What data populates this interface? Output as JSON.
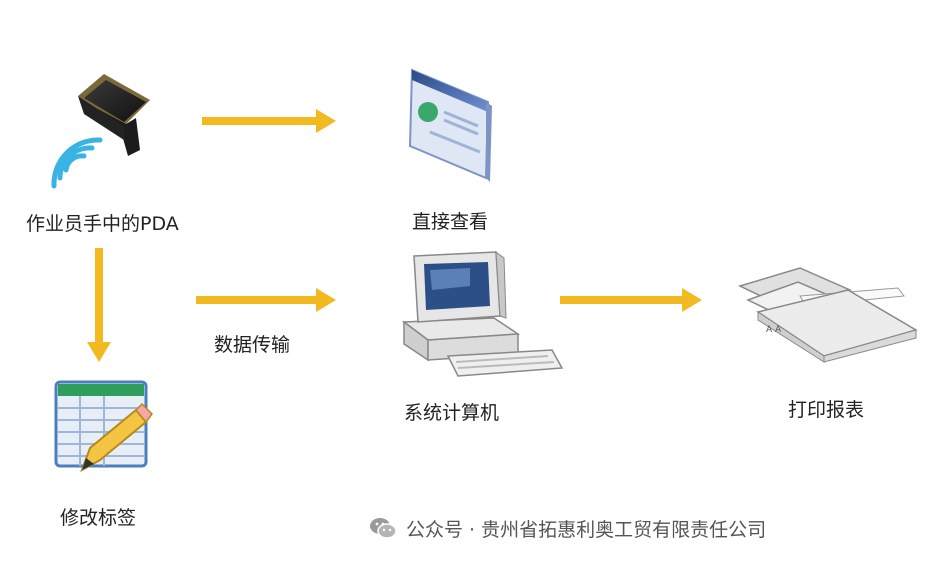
{
  "nodes": {
    "pda": {
      "label": "作业员手中的PDA"
    },
    "view": {
      "label": "直接查看"
    },
    "transfer": {
      "label": "数据传输"
    },
    "computer": {
      "label": "系统计算机"
    },
    "print": {
      "label": "打印报表"
    },
    "edit": {
      "label": "修改标签"
    }
  },
  "colors": {
    "arrow": "#f3b920",
    "wifi": "#39b3e3"
  },
  "watermark": {
    "icon": "wechat-icon",
    "text": "公众号 · 贵州省拓惠利奥工贸有限责任公司"
  }
}
